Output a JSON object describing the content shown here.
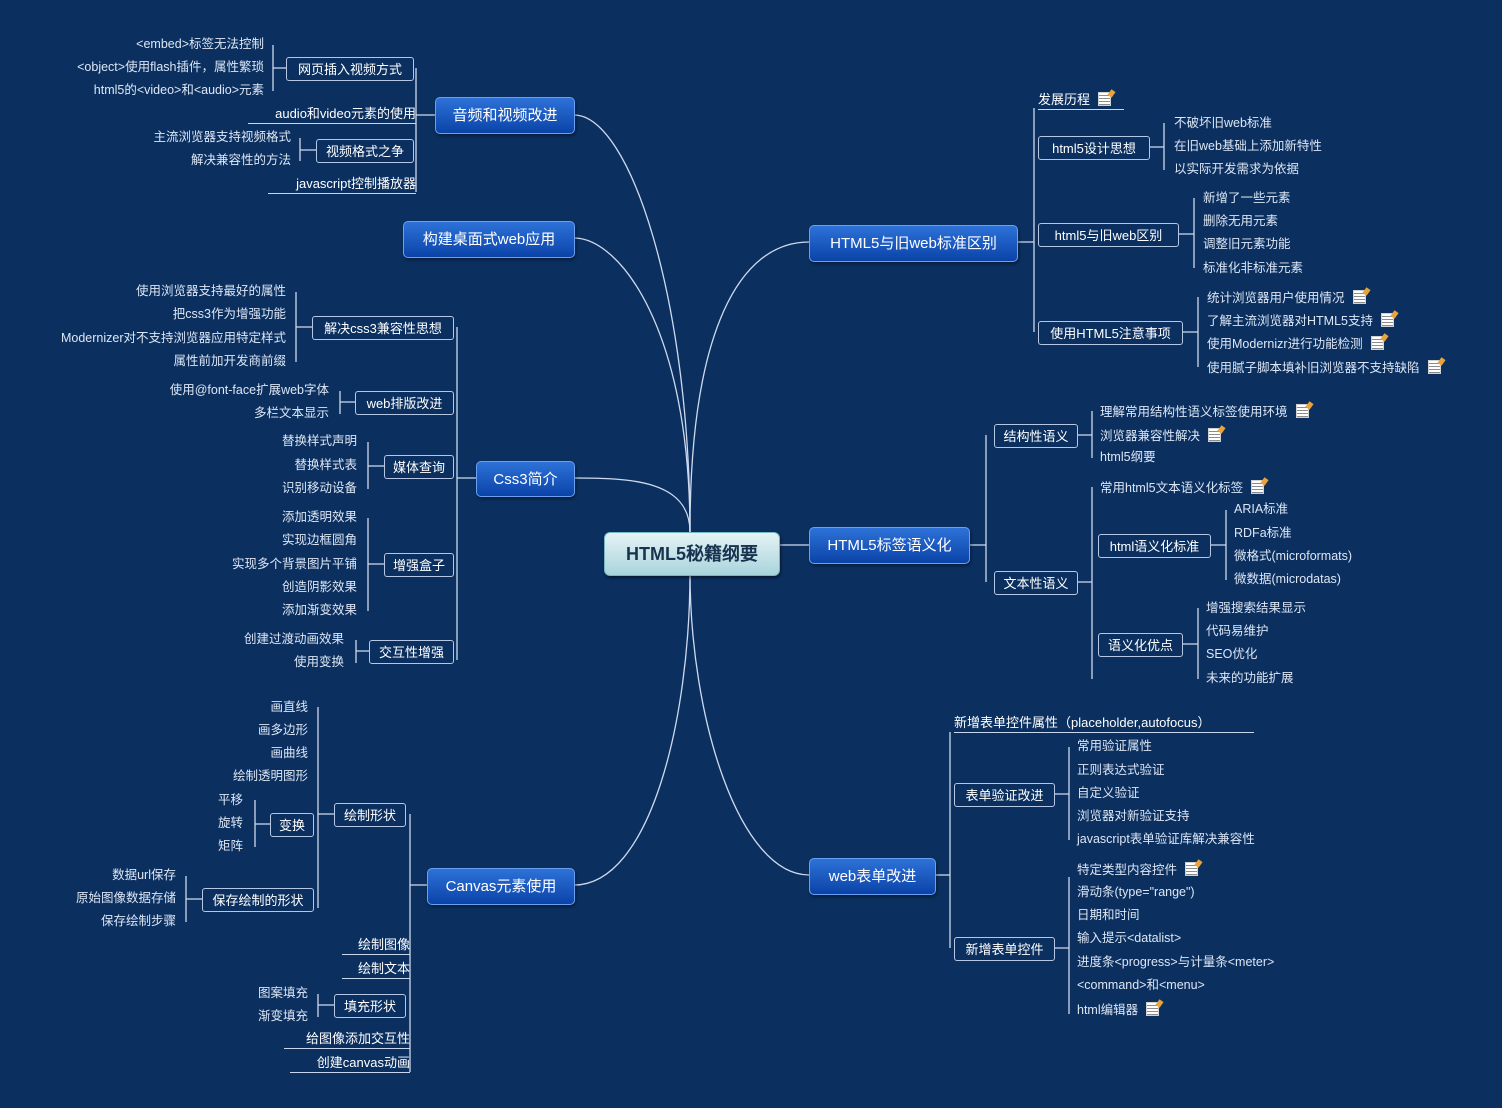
{
  "title": "HTML5秘籍纲要",
  "left": {
    "av": {
      "label": "音频和视频改进",
      "insert": {
        "label": "网页插入视频方式",
        "items": [
          "<embed>标签无法控制",
          "<object>使用flash插件，属性繁琐",
          "html5的<video>和<audio>元素"
        ]
      },
      "usage": "audio和video元素的使用",
      "format": {
        "label": "视频格式之争",
        "items": [
          "主流浏览器支持视频格式",
          "解决兼容性的方法"
        ]
      },
      "js": "javascript控制播放器"
    },
    "desktop": {
      "label": "构建桌面式web应用"
    },
    "css3": {
      "label": "Css3简介",
      "compat": {
        "label": "解决css3兼容性思想",
        "items": [
          "使用浏览器支持最好的属性",
          "把css3作为增强功能",
          "Modernizer对不支持浏览器应用特定样式",
          "属性前加开发商前缀"
        ]
      },
      "typo": {
        "label": "web排版改进",
        "items": [
          "使用@font-face扩展web字体",
          "多栏文本显示"
        ]
      },
      "media": {
        "label": "媒体查询",
        "items": [
          "替换样式声明",
          "替换样式表",
          "识别移动设备"
        ]
      },
      "boxes": {
        "label": "增强盒子",
        "items": [
          "添加透明效果",
          "实现边框圆角",
          "实现多个背景图片平铺",
          "创造阴影效果",
          "添加渐变效果"
        ]
      },
      "interact": {
        "label": "交互性增强",
        "items": [
          "创建过渡动画效果",
          "使用变换"
        ]
      }
    },
    "canvas": {
      "label": "Canvas元素使用",
      "shapes": {
        "label": "绘制形状",
        "items": [
          "画直线",
          "画多边形",
          "画曲线",
          "绘制透明图形"
        ],
        "transform": {
          "label": "变换",
          "items": [
            "平移",
            "旋转",
            "矩阵"
          ]
        },
        "save": {
          "label": "保存绘制的形状",
          "items": [
            "数据url保存",
            "原始图像数据存储",
            "保存绘制步骤"
          ]
        }
      },
      "image": "绘制图像",
      "text": "绘制文本",
      "fill": {
        "label": "填充形状",
        "items": [
          "图案填充",
          "渐变填充"
        ]
      },
      "interactive": "给图像添加交互性",
      "anim": "创建canvas动画"
    }
  },
  "right": {
    "diff": {
      "label": "HTML5与旧web标准区别",
      "history": "发展历程",
      "design": {
        "label": "html5设计思想",
        "items": [
          "不破坏旧web标准",
          "在旧web基础上添加新特性",
          "以实际开发需求为依据"
        ]
      },
      "vsweb": {
        "label": "html5与旧web区别",
        "items": [
          "新增了一些元素",
          "删除无用元素",
          "调整旧元素功能",
          "标准化非标准元素"
        ]
      },
      "notes": {
        "label": "使用HTML5注意事项",
        "items": [
          "统计浏览器用户使用情况",
          "了解主流浏览器对HTML5支持",
          "使用Modernizr进行功能检测",
          "使用腻子脚本填补旧浏览器不支持缺陷"
        ]
      }
    },
    "semantic": {
      "label": "HTML5标签语义化",
      "structural": {
        "label": "结构性语义",
        "items": [
          "理解常用结构性语义标签使用环境",
          "浏览器兼容性解决",
          "html5纲要"
        ]
      },
      "textual": {
        "label": "文本性语义",
        "common": "常用html5文本语义化标签",
        "std": {
          "label": "html语义化标准",
          "items": [
            "ARIA标准",
            "RDFa标准",
            "微格式(microformats)",
            "微数据(microdatas)"
          ]
        },
        "adv": {
          "label": "语义化优点",
          "items": [
            "增强搜索结果显示",
            "代码易维护",
            "SEO优化",
            "未来的功能扩展"
          ]
        }
      }
    },
    "forms": {
      "label": "web表单改进",
      "attrs": "新增表单控件属性（placeholder,autofocus）",
      "validation": {
        "label": "表单验证改进",
        "items": [
          "常用验证属性",
          "正则表达式验证",
          "自定义验证",
          "浏览器对新验证支持",
          "javascript表单验证库解决兼容性"
        ]
      },
      "controls": {
        "label": "新增表单控件",
        "items": [
          "特定类型内容控件",
          "滑动条(type=\"range\")",
          "日期和时间",
          "输入提示<datalist>",
          "进度条<progress>与计量条<meter>",
          "<command>和<menu>",
          "html编辑器"
        ]
      }
    }
  }
}
